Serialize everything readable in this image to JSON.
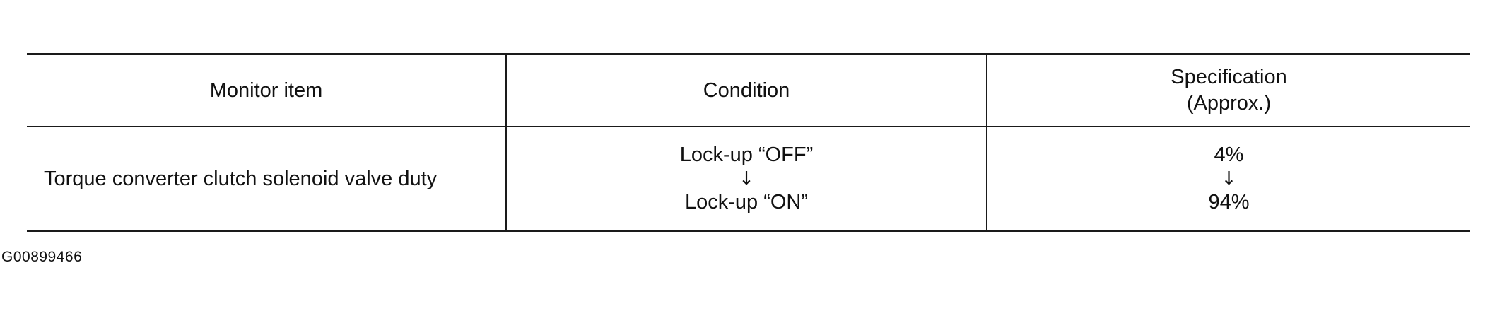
{
  "table": {
    "headers": {
      "monitor_item": "Monitor item",
      "condition": "Condition",
      "specification_line1": "Specification",
      "specification_line2": "(Approx.)"
    },
    "rows": [
      {
        "monitor_item": "Torque converter clutch solenoid valve duty",
        "condition_from": "Lock-up “OFF”",
        "condition_to": "Lock-up “ON”",
        "spec_from": "4%",
        "spec_to": "94%",
        "arrow": "↓"
      }
    ]
  },
  "figure_code": "G00899466"
}
